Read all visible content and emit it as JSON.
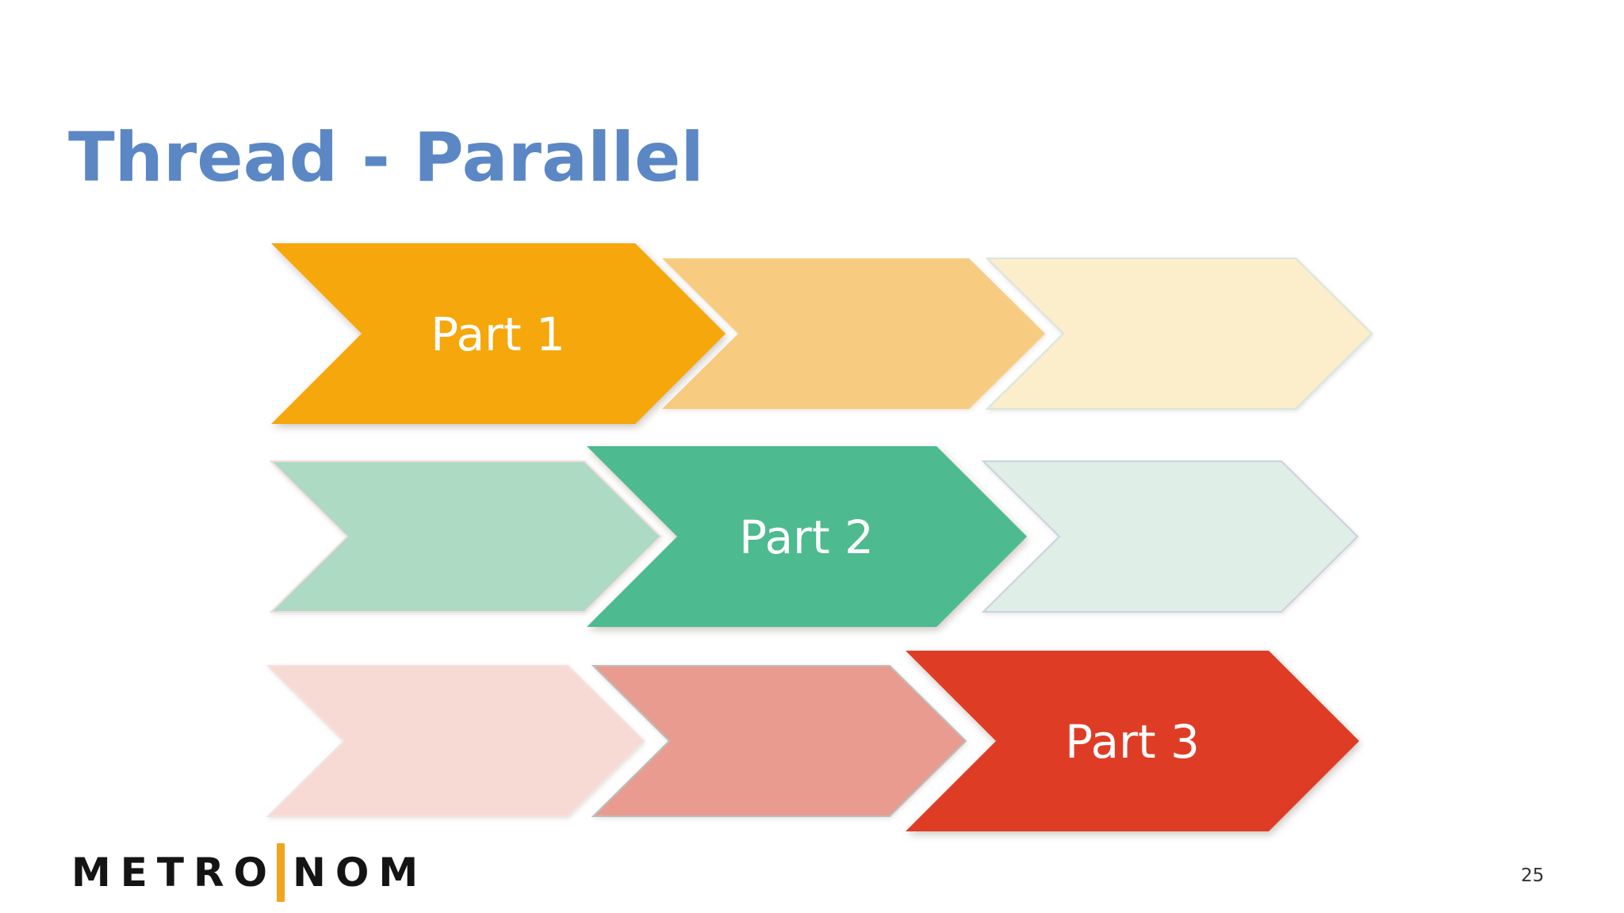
{
  "slide": {
    "title": "Thread - Parallel",
    "page_number": "25",
    "background": "#FFFFFF"
  },
  "colors": {
    "title": "#5B87C5",
    "label_text": "#FFFFFF",
    "logo_text": "#141414",
    "logo_bar": "#F2A41E",
    "page_number": "#333333"
  },
  "logo": {
    "left": "METRO",
    "right": "NOM"
  },
  "diagram": {
    "rows": [
      {
        "name": "thread-1",
        "chevrons": [
          {
            "label": "Part 1",
            "state": "active",
            "fill": "#F5A70B",
            "stroke": "none"
          },
          {
            "label": "",
            "state": "inactive",
            "fill": "#F8CC80",
            "stroke": "none"
          },
          {
            "label": "",
            "state": "inactive",
            "fill": "#FCEDCB",
            "stroke": "#D7E6DC"
          }
        ]
      },
      {
        "name": "thread-2",
        "chevrons": [
          {
            "label": "",
            "state": "inactive",
            "fill": "#ACDAC3",
            "stroke": "#F2DBDE"
          },
          {
            "label": "Part 2",
            "state": "active",
            "fill": "#4DBA8F",
            "stroke": "none"
          },
          {
            "label": "",
            "state": "inactive",
            "fill": "#DFEEE6",
            "stroke": "#CBD1E0"
          }
        ]
      },
      {
        "name": "thread-3",
        "chevrons": [
          {
            "label": "",
            "state": "inactive",
            "fill": "#F8DAD4",
            "stroke": "#F3E3DF"
          },
          {
            "label": "",
            "state": "inactive",
            "fill": "#EA9B90",
            "stroke": "#BAC0BE"
          },
          {
            "label": "Part 3",
            "state": "active",
            "fill": "#DF3C26",
            "stroke": "none"
          }
        ]
      }
    ]
  }
}
